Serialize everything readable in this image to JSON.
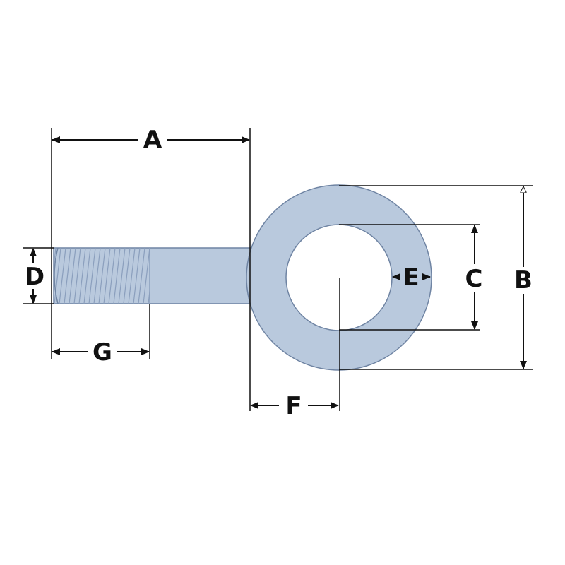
{
  "diagram": {
    "labels": {
      "a": "A",
      "b": "B",
      "c": "C",
      "d": "D",
      "e": "E",
      "f": "F",
      "g": "G"
    },
    "colors": {
      "part_fill": "#b9c9dd",
      "part_stroke": "#6f84a3",
      "thread_line": "#8b9fbd",
      "dimension_line": "#111111",
      "background": "#ffffff"
    }
  }
}
